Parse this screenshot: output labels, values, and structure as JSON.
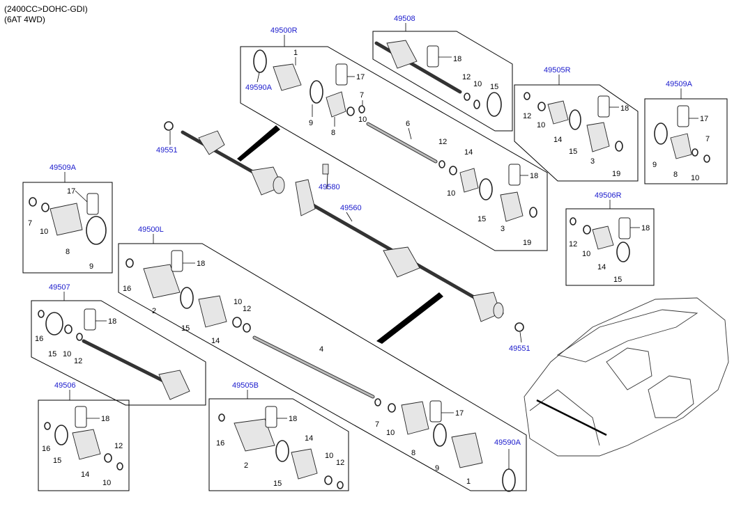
{
  "header": {
    "line1": "(2400CC>DOHC-GDI)",
    "line2": "(6AT 4WD)"
  },
  "parts": {
    "p1": "1",
    "p2": "2",
    "p3": "3",
    "p4": "4",
    "p6": "6",
    "p7": "7",
    "p8": "8",
    "p9": "9",
    "p10": "10",
    "p12": "12",
    "p14": "14",
    "p15": "15",
    "p16": "16",
    "p17": "17",
    "p18": "18",
    "p19": "19"
  },
  "refs": {
    "r49500R": "49500R",
    "r49500L": "49500L",
    "r49508": "49508",
    "r49505R": "49505R",
    "r49509A": "49509A",
    "r49506R": "49506R",
    "r49507": "49507",
    "r49506": "49506",
    "r49505B": "49505B",
    "r49590A": "49590A",
    "r49551": "49551",
    "r49580": "49580",
    "r49560": "49560"
  },
  "colors": {
    "callout": "#1a1acc",
    "line": "#000000"
  },
  "icons": [
    "cv-joint-icon",
    "drive-shaft-icon",
    "grease-tube-icon",
    "clamp-ring-icon",
    "boot-icon",
    "vehicle-icon"
  ]
}
